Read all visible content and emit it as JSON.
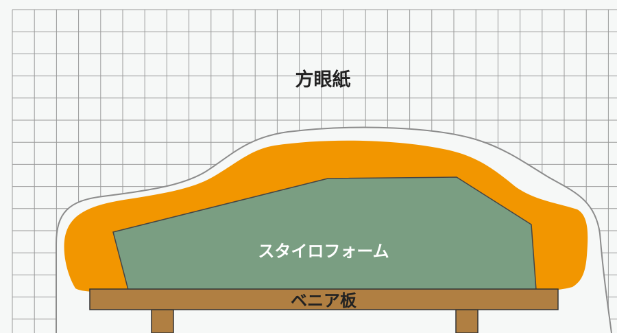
{
  "labels": {
    "paper": "方眼紙",
    "foam": "スタイロフォーム",
    "board": "ベニア板"
  },
  "colors": {
    "background": "#f6f8f7",
    "grid": "#9a9a9a",
    "outline": "#8c8c8c",
    "clay": "#f29600",
    "foam": "#7a9e82",
    "board": "#b07f42",
    "stroke": "#333333",
    "label_dark": "#222222",
    "label_light": "#ffffff"
  }
}
